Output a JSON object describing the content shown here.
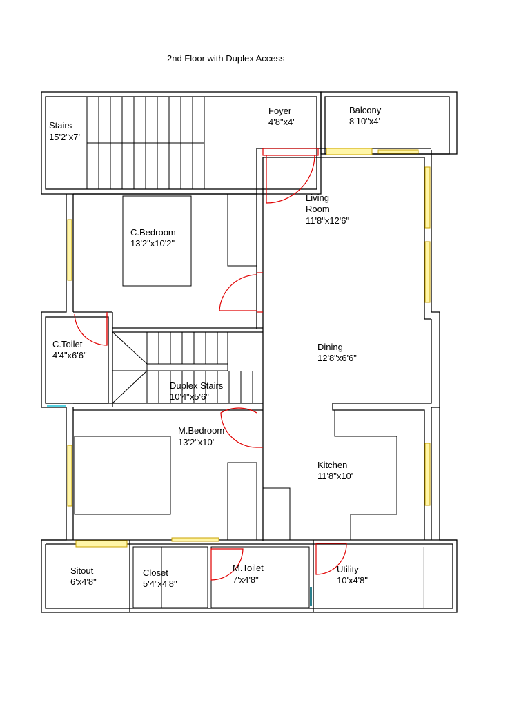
{
  "title": "2nd Floor with Duplex Access",
  "rooms": {
    "stairs": {
      "name": "Stairs",
      "size": "15'2\"x7'"
    },
    "foyer": {
      "name": "Foyer",
      "size": "4'8\"x4'"
    },
    "balcony": {
      "name": "Balcony",
      "size": "8'10\"x4'"
    },
    "living": {
      "name": "Living",
      "name2": "Room",
      "size": "11'8\"x12'6\""
    },
    "c_bedroom": {
      "name": "C.Bedroom",
      "size": "13'2\"x10'2\""
    },
    "c_toilet": {
      "name": "C.Toilet",
      "size": "4'4\"x6'6\""
    },
    "dining": {
      "name": "Dining",
      "size": "12'8\"x6'6\""
    },
    "duplex_stairs": {
      "name": "Duplex Stairs",
      "size": "10'4\"x5'6\""
    },
    "m_bedroom": {
      "name": "M.Bedroom",
      "size": "13'2\"x10'"
    },
    "kitchen": {
      "name": "Kitchen",
      "size": "11'8\"x10'"
    },
    "sitout": {
      "name": "Sitout",
      "size": "6'x4'8\""
    },
    "closet": {
      "name": "Closet",
      "size": "5'4\"x4'8\""
    },
    "m_toilet": {
      "name": "M.Toilet",
      "size": "7'x4'8\""
    },
    "utility": {
      "name": "Utility",
      "size": "10'x4'8\""
    }
  },
  "colors": {
    "wall": "#000000",
    "door": "#e00000",
    "window": "#fff6a8"
  }
}
